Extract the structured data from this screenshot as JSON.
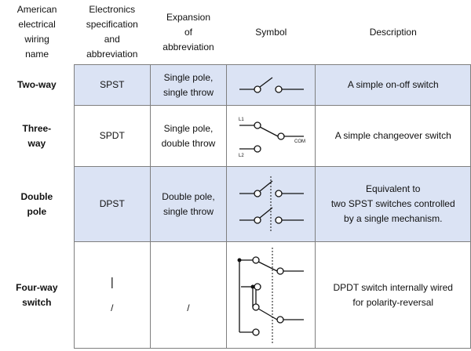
{
  "headers": {
    "name": [
      "American",
      "electrical",
      "wiring",
      "name"
    ],
    "spec": [
      "Electronics",
      "specification",
      "and",
      "abbreviation"
    ],
    "expansion": [
      "Expansion",
      "of",
      "abbreviation"
    ],
    "symbol": "Symbol",
    "description": "Description"
  },
  "rows": [
    {
      "name": [
        "Two-way"
      ],
      "abbr": "SPST",
      "expansion": [
        "Single pole,",
        "single throw"
      ],
      "description": [
        "A simple on-off switch"
      ],
      "symbol_icon": "spst-switch-icon"
    },
    {
      "name": [
        "Three-",
        "way"
      ],
      "abbr": "SPDT",
      "expansion": [
        "Single pole,",
        "double throw"
      ],
      "description": [
        "A simple changeover switch"
      ],
      "symbol_icon": "spdt-switch-icon",
      "symbol_labels": {
        "l1": "L1",
        "l2": "L2",
        "com": "COM"
      }
    },
    {
      "name": [
        "Double",
        "pole"
      ],
      "abbr": "DPST",
      "expansion": [
        "Double pole,",
        "single throw"
      ],
      "description": [
        "Equivalent to",
        "two SPST switches controlled",
        "by a single mechanism."
      ],
      "symbol_icon": "dpst-switch-icon"
    },
    {
      "name": [
        "Four-way",
        "switch"
      ],
      "abbr": [
        "|",
        "/"
      ],
      "expansion": [
        "/"
      ],
      "description": [
        "DPDT switch internally wired",
        "for polarity-reversal"
      ],
      "symbol_icon": "polarity-reversal-switch-icon"
    }
  ],
  "colors": {
    "shade": "#dbe3f4",
    "border": "#7f7f7f"
  }
}
